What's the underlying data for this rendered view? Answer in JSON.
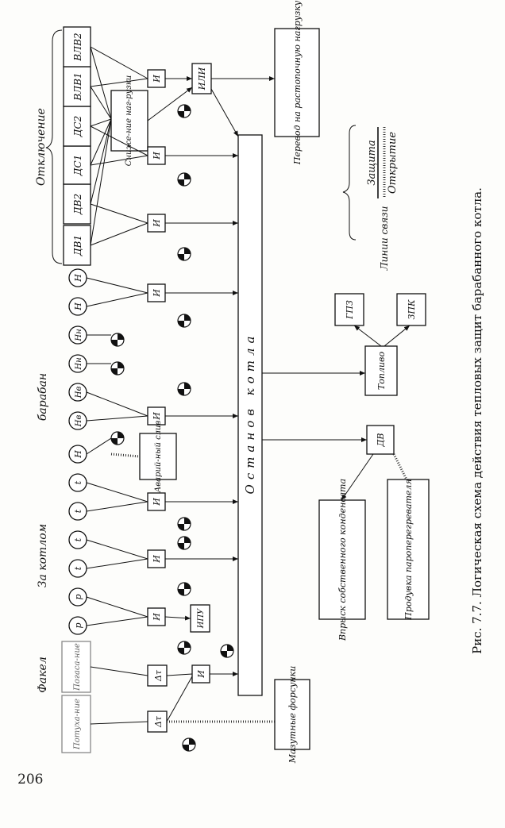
{
  "page_number": "206",
  "caption": "Рис. 7.7. Логическая схема действия тепловых защит барабанного котла.",
  "bus_label": "Останов котла",
  "groups": {
    "fakel": "Факел",
    "za_kotlom": "За котлом",
    "baraban": "барабан",
    "otkluchenie": "Отключение"
  },
  "flame_boxes": [
    "Потуха-ние",
    "Погаса-ние"
  ],
  "sensors": [
    "p",
    "p",
    "t",
    "t",
    "t",
    "t",
    "H",
    "Hв",
    "Hв",
    "Hн",
    "Hн",
    "H",
    "H"
  ],
  "units": [
    "ДВ1",
    "ДВ2",
    "ДС1",
    "ДС2",
    "ВЛВ1",
    "ВЛВ2"
  ],
  "gate_and": "И",
  "gate_or": "ИЛИ",
  "delay": "Δτ",
  "ipu": "ИПУ",
  "load_reduce": "Сниже-ние наг-рузки",
  "transfer": "Перевод на растопочную нагрузку",
  "emergency_drain": "Аварий-ный слив",
  "mazut": "Мазутные форсунки",
  "fuel": "Топливо",
  "gpz": "ГПЗ",
  "zpk": "ЗПК",
  "dv": "ДВ",
  "injection": "Впрыск собственного конденсата",
  "purge": "Продувка пароперегревателя",
  "legend": {
    "title": "Линии связи",
    "protection": "Защита",
    "opening": "Открытие"
  }
}
